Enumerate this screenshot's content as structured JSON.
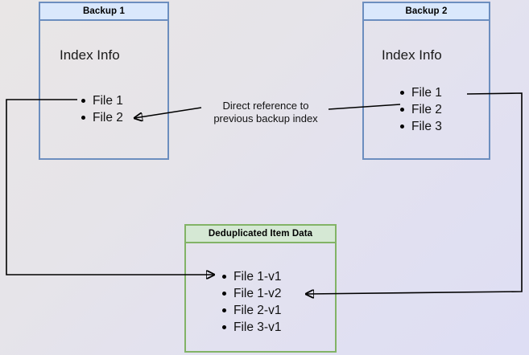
{
  "diagram": {
    "type": "backup-deduplication-reference-diagram",
    "background_gradient": [
      "#e9e6e6",
      "#dedef4"
    ],
    "colors": {
      "blue_border": "#6c8ebf",
      "blue_fill": "#dae8fc",
      "green_border": "#82b366",
      "green_fill": "#d5e8d4",
      "edge": "#000000"
    },
    "boxes": [
      {
        "id": "backup1",
        "header": "Backup 1",
        "section_title": "Index Info",
        "items": [
          "File 1",
          "File 2"
        ]
      },
      {
        "id": "backup2",
        "header": "Backup 2",
        "section_title": "Index Info",
        "items": [
          "File 1",
          "File 2",
          "File 3"
        ]
      },
      {
        "id": "dedup",
        "header": "Deduplicated Item Data",
        "items": [
          "File 1-v1",
          "File 1-v2",
          "File 2-v1",
          "File 3-v1"
        ]
      }
    ],
    "annotations": [
      {
        "id": "direct-reference",
        "line1": "Direct reference to",
        "line2": "previous backup index"
      }
    ]
  }
}
